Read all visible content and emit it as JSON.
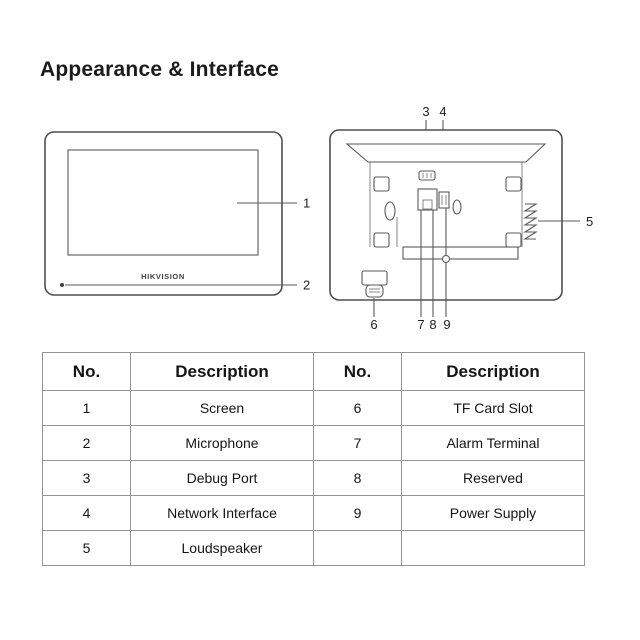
{
  "page": {
    "title": "Appearance & Interface"
  },
  "front_view": {
    "brand": "HIKVISION",
    "callouts": {
      "screen": "1",
      "microphone": "2"
    }
  },
  "back_view": {
    "callouts": {
      "debug_port": "3",
      "network_interface": "4",
      "loudspeaker": "5",
      "tf_card_slot": "6",
      "alarm_terminal": "7",
      "reserved": "8",
      "power_supply": "9"
    }
  },
  "table": {
    "headers": [
      "No.",
      "Description",
      "No.",
      "Description"
    ],
    "rows": [
      [
        "1",
        "Screen",
        "6",
        "TF Card Slot"
      ],
      [
        "2",
        "Microphone",
        "7",
        "Alarm Terminal"
      ],
      [
        "3",
        "Debug Port",
        "8",
        "Reserved"
      ],
      [
        "4",
        "Network Interface",
        "9",
        "Power Supply"
      ],
      [
        "5",
        "Loudspeaker",
        "",
        ""
      ]
    ]
  }
}
